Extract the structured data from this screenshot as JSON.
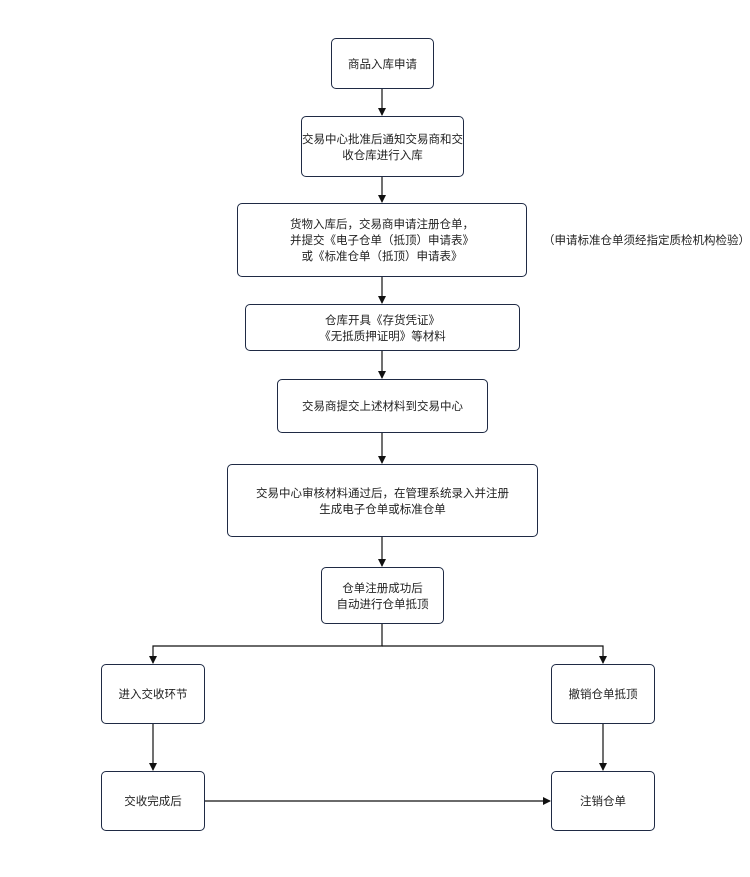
{
  "nodes": {
    "n1": {
      "lines": [
        "商品入库申请"
      ]
    },
    "n2": {
      "lines": [
        "交易中心批准后通知交易商和交",
        "收仓库进行入库"
      ]
    },
    "n3": {
      "lines": [
        "货物入库后，交易商申请注册仓单，",
        "并提交《电子仓单（抵顶）申请表》",
        "或《标准仓单（抵顶）申请表》"
      ]
    },
    "n4": {
      "lines": [
        "仓库开具《存货凭证》",
        "《无抵质押证明》等材料"
      ]
    },
    "n5": {
      "lines": [
        "交易商提交上述材料到交易中心"
      ]
    },
    "n6": {
      "lines": [
        "交易中心审核材料通过后，在管理系统录入并注册",
        "生成电子仓单或标准仓单"
      ]
    },
    "n7": {
      "lines": [
        "仓单注册成功后",
        "自动进行仓单抵顶"
      ]
    },
    "n8": {
      "lines": [
        "进入交收环节"
      ]
    },
    "n9": {
      "lines": [
        "撤销仓单抵顶"
      ]
    },
    "n10": {
      "lines": [
        "交收完成后"
      ]
    },
    "n11": {
      "lines": [
        "注销仓单"
      ]
    }
  },
  "note": {
    "text": "（申请标准仓单须经指定质检机构检验）"
  },
  "colors": {
    "border": "#1f2a44",
    "edge": "#111111"
  }
}
